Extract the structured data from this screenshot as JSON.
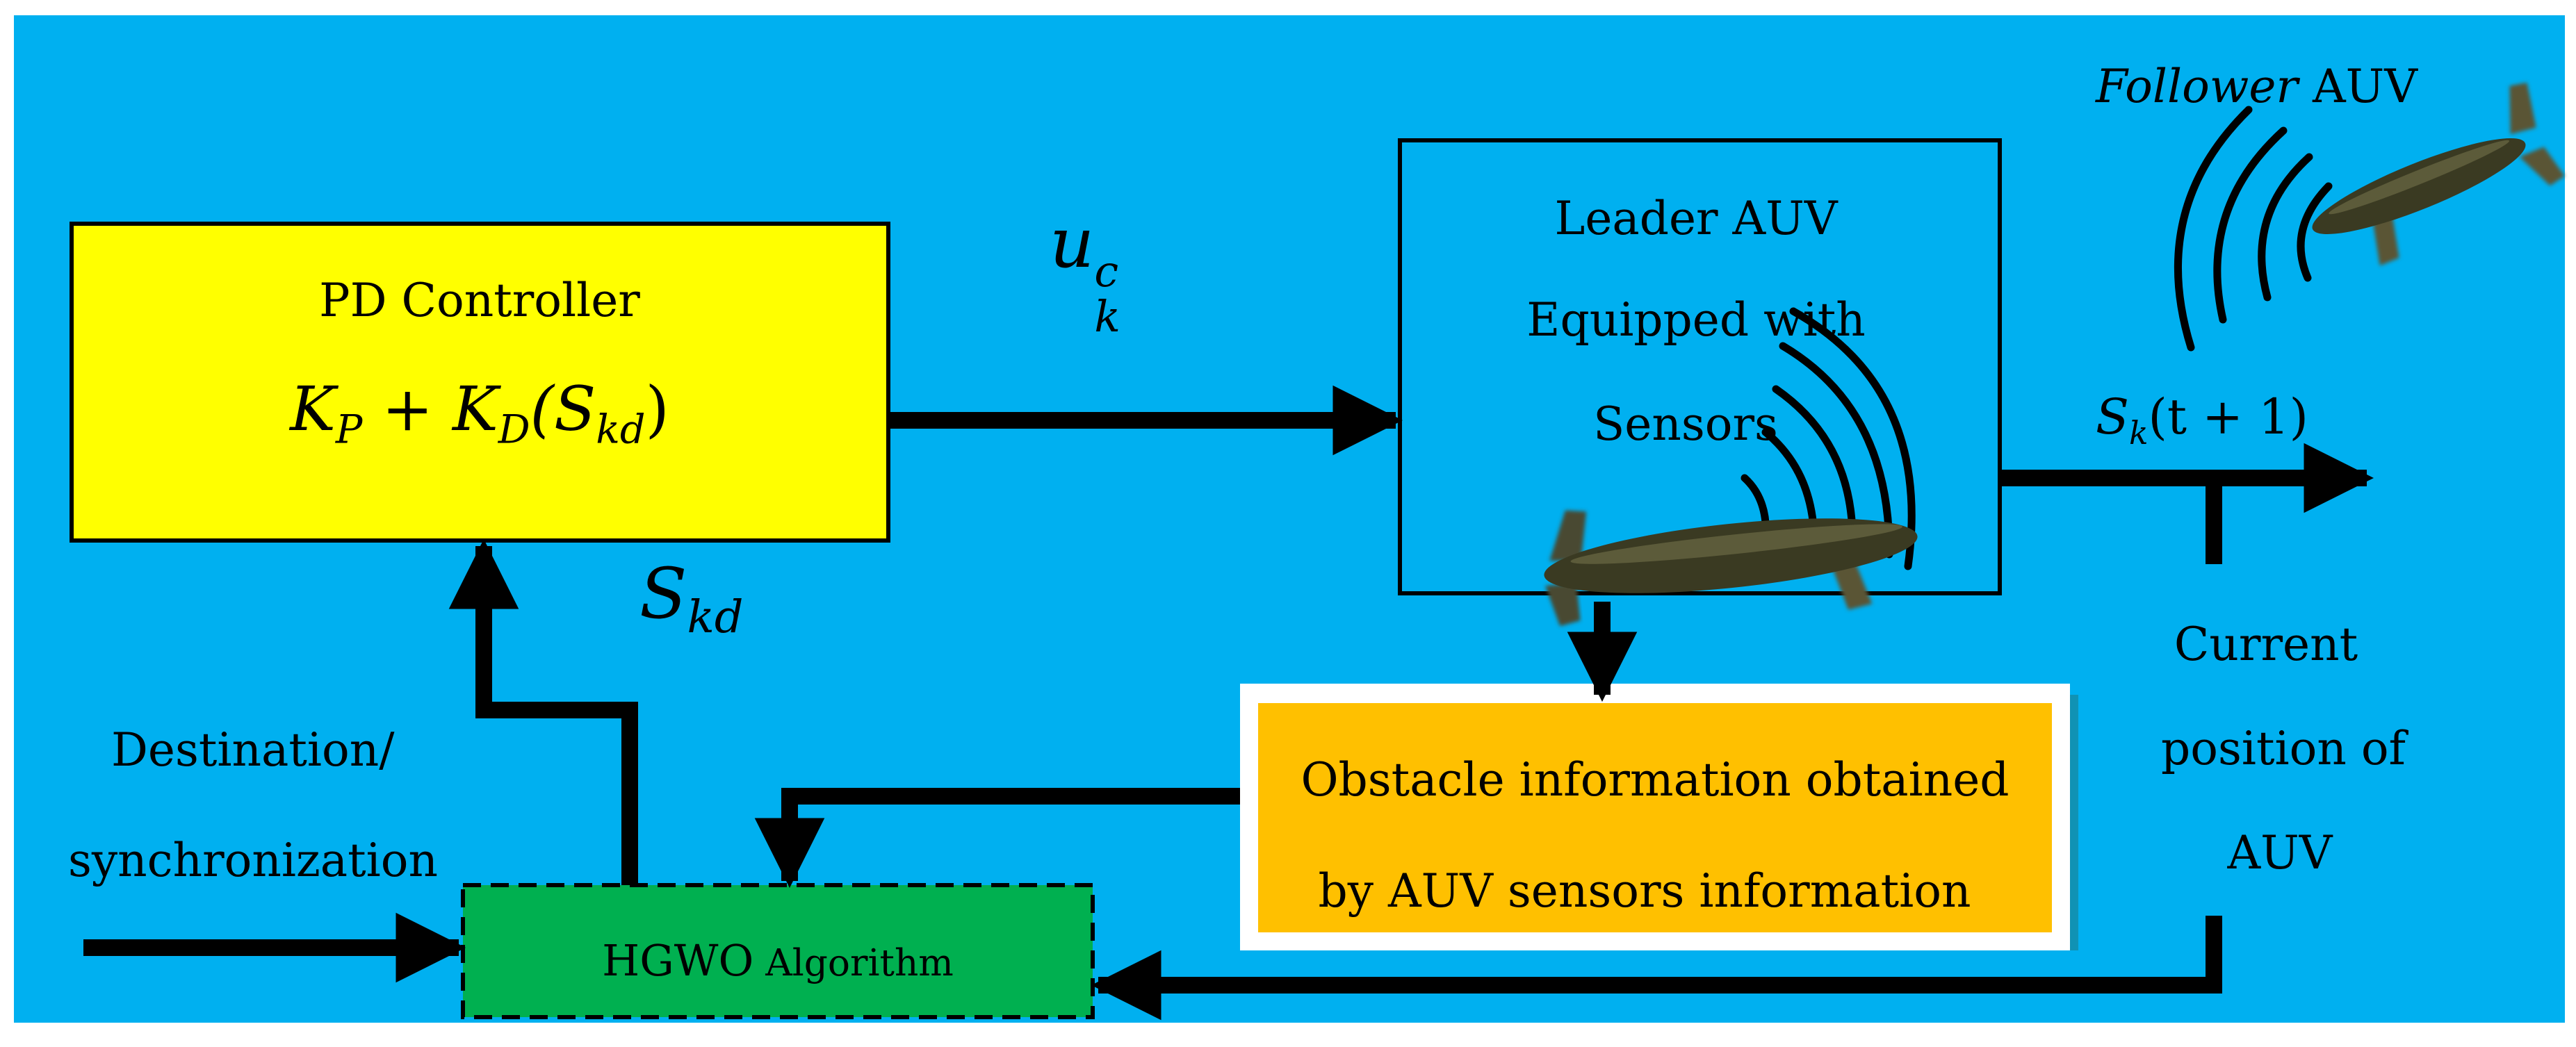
{
  "colors": {
    "background": "#00b0f0",
    "pd_box": "#ffff00",
    "obstacle_box": "#ffc000",
    "hgwo_box": "#00b050",
    "arrow": "#000000",
    "auv_body": "#3a3a22"
  },
  "pd_controller": {
    "title": "PD Controller",
    "formula_kp": "K",
    "formula_kp_sub": "P",
    "formula_plus": " + ",
    "formula_kd": "K",
    "formula_kd_sub": "D",
    "formula_paren_open": "(S",
    "formula_skd_sub": "kd",
    "formula_paren_close": ")"
  },
  "control_signal": {
    "base": "u",
    "sub": "k",
    "sup": "c"
  },
  "feedback_signal": {
    "base": "S",
    "sub": "kd"
  },
  "leader_auv": {
    "line1": "Leader AUV",
    "line2": "Equipped with",
    "line3": "Sensors"
  },
  "follower_auv": {
    "italic": "Follower",
    "rest": " AUV"
  },
  "output_signal": {
    "base": "S",
    "sub": "k",
    "args": "(t + 1)"
  },
  "current_position": {
    "line1": "Current",
    "line2": "position of",
    "line3": "AUV"
  },
  "obstacle_info": {
    "line1": "Obstacle information obtained",
    "line2": "by AUV sensors information"
  },
  "destination": {
    "line1": "Destination/",
    "line2": "synchronization"
  },
  "hgwo": {
    "name": "HGWO",
    "suffix": " Algorithm"
  }
}
